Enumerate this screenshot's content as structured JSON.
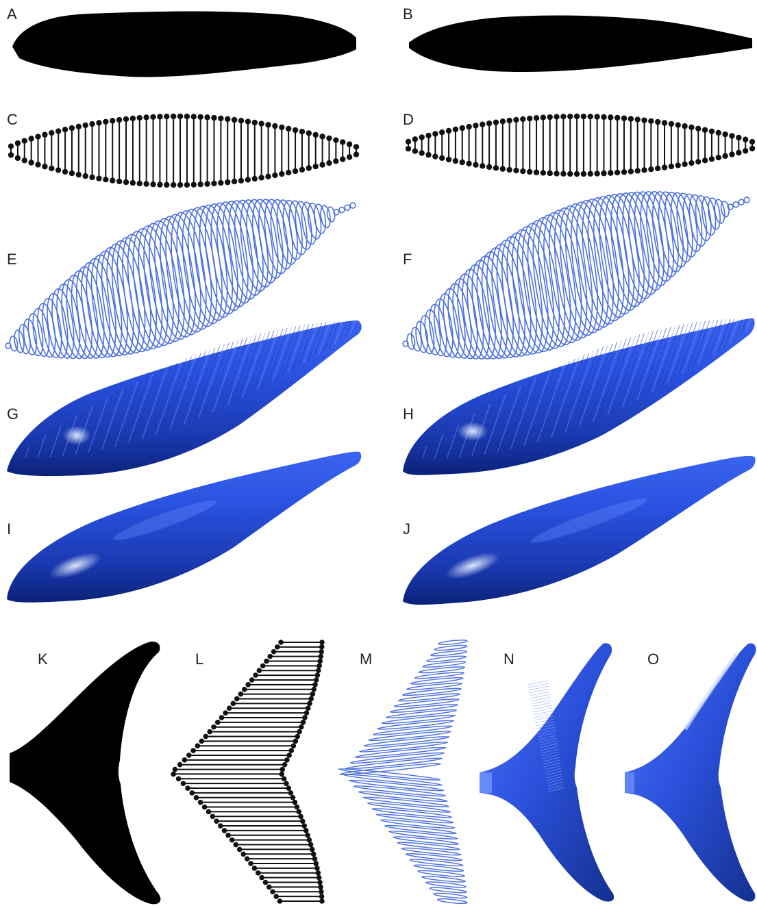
{
  "figure": {
    "panels": [
      {
        "id": "A",
        "label": "A"
      },
      {
        "id": "B",
        "label": "B"
      },
      {
        "id": "C",
        "label": "C"
      },
      {
        "id": "D",
        "label": "D"
      },
      {
        "id": "E",
        "label": "E"
      },
      {
        "id": "F",
        "label": "F"
      },
      {
        "id": "G",
        "label": "G"
      },
      {
        "id": "H",
        "label": "H"
      },
      {
        "id": "I",
        "label": "I"
      },
      {
        "id": "J",
        "label": "J"
      },
      {
        "id": "K",
        "label": "K"
      },
      {
        "id": "L",
        "label": "L"
      },
      {
        "id": "M",
        "label": "M"
      },
      {
        "id": "N",
        "label": "N"
      },
      {
        "id": "O",
        "label": "O"
      }
    ]
  },
  "colors": {
    "silhouette": "#000000",
    "outline": "#4a6fe0",
    "surface_dark": "#0b1f6e",
    "surface_mid": "#2247c8",
    "surface_light": "#5a83ff",
    "highlight": "#cfe0ff"
  }
}
